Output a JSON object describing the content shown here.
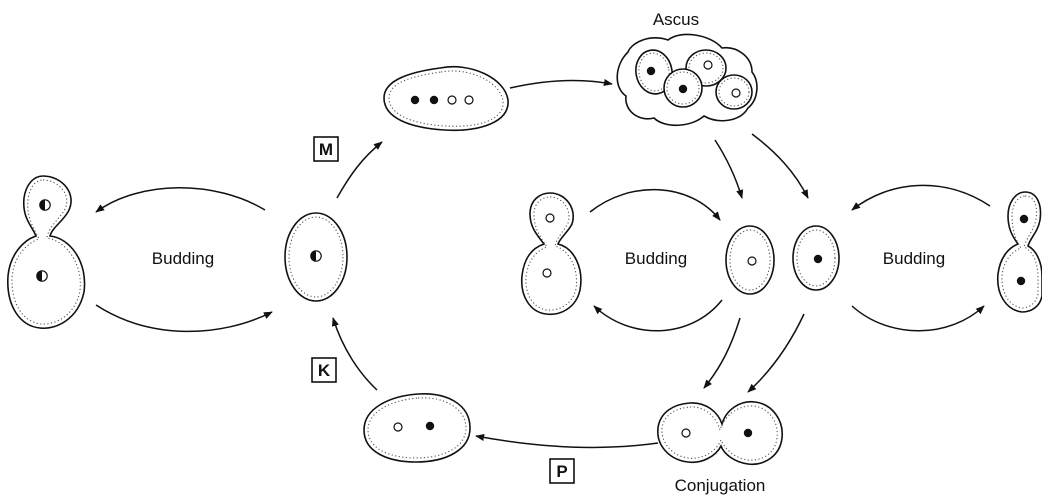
{
  "labels": {
    "ascus": "Ascus",
    "budding_left": "Budding",
    "budding_center": "Budding",
    "budding_right": "Budding",
    "conjugation": "Conjugation",
    "step_m": "M",
    "step_k": "K",
    "step_p": "P"
  }
}
